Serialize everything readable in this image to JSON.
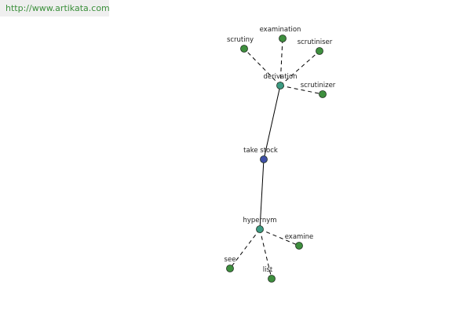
{
  "watermark": {
    "text": "http://www.artikata.com"
  },
  "colors": {
    "center_node": "#3f4fa6",
    "hub_node": "#3c9a82",
    "leaf_node": "#3e8f3e",
    "node_stroke": "#1f2f1f"
  },
  "graph": {
    "nodes": [
      {
        "id": "take-stock",
        "label": "take stock",
        "kind": "center"
      },
      {
        "id": "derivation",
        "label": "derivation",
        "kind": "hub"
      },
      {
        "id": "hypernym",
        "label": "hypernym",
        "kind": "hub"
      },
      {
        "id": "scrutiny",
        "label": "scrutiny",
        "kind": "leaf"
      },
      {
        "id": "examination",
        "label": "examination",
        "kind": "leaf"
      },
      {
        "id": "scrutiniser",
        "label": "scrutiniser",
        "kind": "leaf"
      },
      {
        "id": "scrutinizer",
        "label": "scrutinizer",
        "kind": "leaf"
      },
      {
        "id": "examine",
        "label": "examine",
        "kind": "leaf"
      },
      {
        "id": "see",
        "label": "see",
        "kind": "leaf"
      },
      {
        "id": "list",
        "label": "list",
        "kind": "leaf"
      }
    ],
    "edges": [
      {
        "from": "take-stock",
        "to": "derivation",
        "style": "solid"
      },
      {
        "from": "take-stock",
        "to": "hypernym",
        "style": "solid"
      },
      {
        "from": "derivation",
        "to": "scrutiny",
        "style": "dashed"
      },
      {
        "from": "derivation",
        "to": "examination",
        "style": "dashed"
      },
      {
        "from": "derivation",
        "to": "scrutiniser",
        "style": "dashed"
      },
      {
        "from": "derivation",
        "to": "scrutinizer",
        "style": "dashed"
      },
      {
        "from": "hypernym",
        "to": "examine",
        "style": "dashed"
      },
      {
        "from": "hypernym",
        "to": "see",
        "style": "dashed"
      },
      {
        "from": "hypernym",
        "to": "list",
        "style": "dashed"
      }
    ]
  }
}
